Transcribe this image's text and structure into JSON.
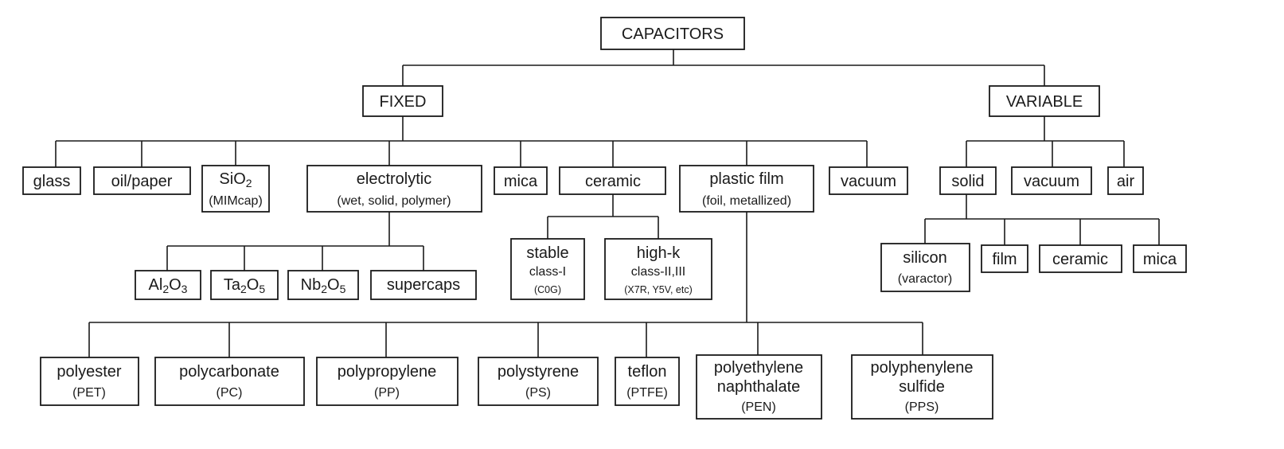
{
  "root": "CAPACITORS",
  "fixed": {
    "label": "FIXED",
    "children": {
      "glass": "glass",
      "oil_paper": "oil/paper",
      "sio2": {
        "name": "SiO",
        "sub": "2",
        "detail": "(MIMcap)"
      },
      "electrolytic": {
        "name": "electrolytic",
        "detail": "(wet, solid, polymer)"
      },
      "mica": "mica",
      "ceramic": "ceramic",
      "plastic_film": {
        "name": "plastic film",
        "detail": "(foil, metallized)"
      },
      "vacuum": "vacuum"
    },
    "electrolytic_types": {
      "al2o3": {
        "a": "Al",
        "b": "2",
        "c": "O",
        "d": "3"
      },
      "ta2o5": {
        "a": "Ta",
        "b": "2",
        "c": "O",
        "d": "5"
      },
      "nb2o5": {
        "a": "Nb",
        "b": "2",
        "c": "O",
        "d": "5"
      },
      "supercaps": "supercaps"
    },
    "ceramic_types": {
      "stable": {
        "name": "stable",
        "cls": "class-I",
        "detail": "(C0G)"
      },
      "highk": {
        "name": "high-k",
        "cls": "class-II,III",
        "detail": "(X7R, Y5V, etc)"
      }
    },
    "film_types": {
      "polyester": {
        "name": "polyester",
        "abbr": "(PET)"
      },
      "polycarbonate": {
        "name": "polycarbonate",
        "abbr": "(PC)"
      },
      "polypropylene": {
        "name": "polypropylene",
        "abbr": "(PP)"
      },
      "polystyrene": {
        "name": "polystyrene",
        "abbr": "(PS)"
      },
      "teflon": {
        "name": "teflon",
        "abbr": "(PTFE)"
      },
      "pen": {
        "line1": "polyethylene",
        "line2": "naphthalate",
        "abbr": "(PEN)"
      },
      "pps": {
        "line1": "polyphenylene",
        "line2": "sulfide",
        "abbr": "(PPS)"
      }
    }
  },
  "variable": {
    "label": "VARIABLE",
    "children": {
      "solid": "solid",
      "vacuum": "vacuum",
      "air": "air"
    },
    "solid_types": {
      "silicon": {
        "name": "silicon",
        "detail": "(varactor)"
      },
      "film": "film",
      "ceramic": "ceramic",
      "mica": "mica"
    }
  }
}
